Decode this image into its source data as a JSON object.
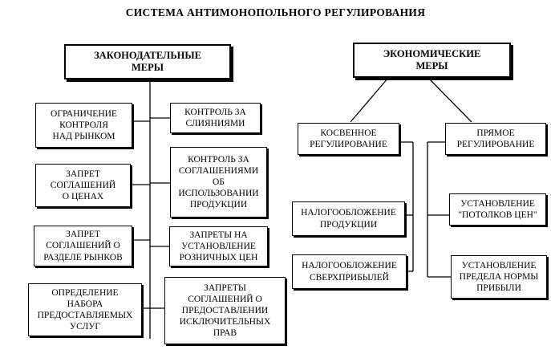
{
  "title": "СИСТЕМА АНТИМОНОПОЛЬНОГО РЕГУЛИРОВАНИЯ",
  "legislative": {
    "header": "ЗАКОНОДАТЕЛЬНЫЕ\nМЕРЫ",
    "left_items": [
      "ОГРАНИЧЕНИЕ\nКОНТРОЛЯ\nНАД РЫНКОМ",
      "ЗАПРЕТ\nСОГЛАШЕНИЙ\nО ЦЕНАХ",
      "ЗАПРЕТ\nСОГЛАШЕНИЙ О\nРАЗДЕЛЕ РЫНКОВ",
      "ОПРЕДЕЛЕНИЕ\nНАБОРА\nПРЕДОСТАВЛЯЕМЫХ\nУСЛУГ"
    ],
    "right_items": [
      "КОНТРОЛЬ ЗА\nСЛИЯНИЯМИ",
      "КОНТРОЛЬ ЗА\nСОГЛАШЕНИЯМИ\nОБ\nИСПОЛЬЗОВАНИИ\nПРОДУКЦИИ",
      "ЗАПРЕТЫ НА\nУСТАНОВЛЕНИЕ\nРОЗНИЧНЫХ ЦЕН",
      "ЗАПРЕТЫ\nСОГЛАШЕНИЙ О\nПРЕДОСТАВЛЕНИИ\nИСКЛЮЧИТЕЛЬНЫХ\nПРАВ"
    ]
  },
  "economic": {
    "header": "ЭКОНОМИЧЕСКИЕ\nМЕРЫ",
    "indirect": {
      "label": "КОСВЕННОЕ\nРЕГУЛИРОВАНИЕ",
      "items": [
        "НАЛОГООБЛОЖЕНИЕ\nПРОДУКЦИИ",
        "НАЛОГООБЛОЖЕНИЕ\nСВЕРХПРИБЫЛЕЙ"
      ]
    },
    "direct": {
      "label": "ПРЯМОЕ\nРЕГУЛИРОВАНИЕ",
      "items": [
        "УСТАНОВЛЕНИЕ\n\"ПОТОЛКОВ ЦЕН\"",
        "УСТАНОВЛЕНИЕ\nПРЕДЕЛА НОРМЫ\nПРИБЫЛИ"
      ]
    }
  }
}
